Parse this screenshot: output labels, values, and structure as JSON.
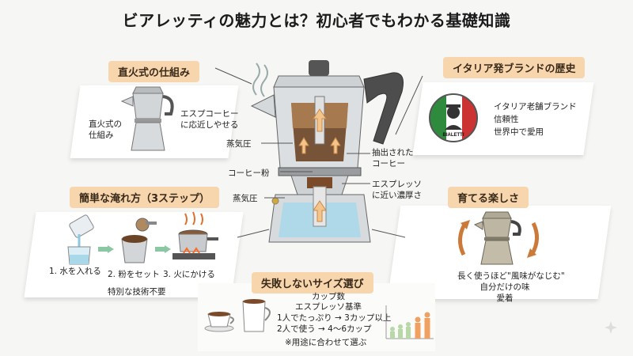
{
  "title": "ビアレッティの魅力とは？初心者でもわかる基礎知識",
  "sections": {
    "direct_fire": {
      "heading": "直火式の仕組み",
      "left_caption": "直火式の\n仕組み",
      "right_caption": "エスプコーヒー\nに応近しやせる"
    },
    "steps": {
      "heading": "簡単な淹れ方（3ステップ）",
      "step1": "1. 水を入れる",
      "step2": "2. 粉をセット",
      "step3": "3. 火にかける",
      "note": "特別な技術不要"
    },
    "history": {
      "heading": "イタリア発ブランドの歴史",
      "line1": "イタリア老舗ブランド",
      "line2": "信頼性",
      "line3": "世界中で愛用",
      "logo_text": "BIALETTI"
    },
    "growing": {
      "heading": "育てる楽しさ",
      "caption1": "長く使うほど\"風味がなじむ\"",
      "caption2": "自分だけの味",
      "caption3": "愛着"
    },
    "size": {
      "heading": "失敗しないサイズ選び",
      "line1": "カップ数",
      "line2": "エスプレッソ基準",
      "line3": "1人でたっぷり → 3カップ以上",
      "line4": "2人で使う → 4〜6カップ",
      "note": "※用途に合わせて選ぶ"
    }
  },
  "diagram_labels": {
    "steam_pressure_top": "蒸気圧",
    "coffee_powder": "コーヒー粉",
    "steam_pressure_bottom": "蒸気圧",
    "extracted_coffee": "抽出された\nコーヒー",
    "espresso_like": "エスプレッソ\nに近い濃厚さ"
  },
  "colors": {
    "accent_pill": "#f7d6ae",
    "aluminum": "#c9ccce",
    "coffee": "#8a5a36",
    "water": "#a8d8ea",
    "flag_green": "#2e8b3e",
    "flag_red": "#cc3333"
  }
}
